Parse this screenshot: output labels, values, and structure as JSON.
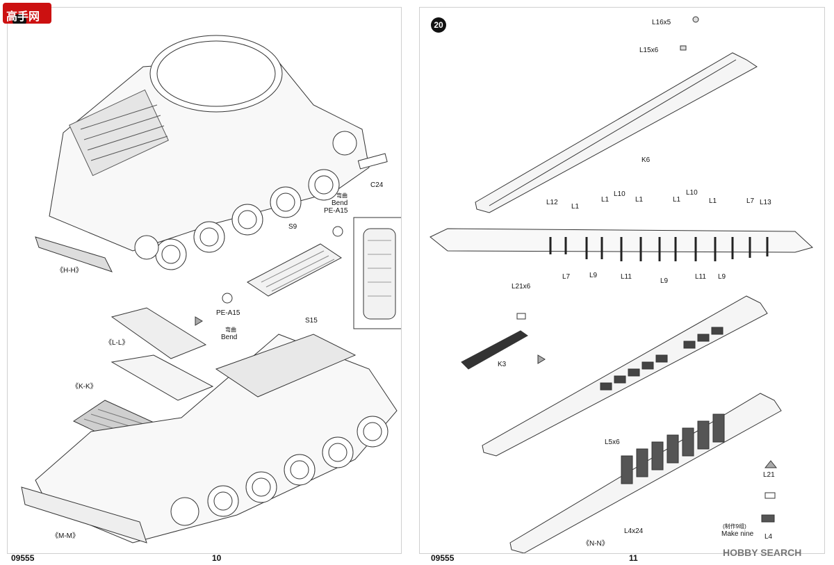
{
  "logo": {
    "text": "高手网"
  },
  "left_page": {
    "number": "10",
    "kit": "09555",
    "labels": {
      "hh": "《H-H》",
      "ll": "《L-L》",
      "kk": "《K-K》",
      "mm": "《M-M》",
      "c24": "C24",
      "s9": "S9",
      "s15": "S15",
      "pe_top": "PE-A15",
      "pe_bottom": "PE-A15",
      "bend_cn_1": "弯曲",
      "bend_en_1": "Bend",
      "bend_cn_2": "弯曲",
      "bend_en_2": "Bend"
    }
  },
  "right_page": {
    "number": "11",
    "kit": "09555",
    "step": "20",
    "labels": {
      "l16x5": "L16x5",
      "l15x6": "L15x6",
      "k6": "K6",
      "l12": "L12",
      "l1a": "L1",
      "l1b": "L1",
      "l10a": "L10",
      "l1c": "L1",
      "l1d": "L1",
      "l10b": "L10",
      "l1e": "L1",
      "l7a": "L7",
      "l13": "L13",
      "l7b": "L7",
      "l9a": "L9",
      "l11a": "L11",
      "l9b": "L9",
      "l11b": "L11",
      "l9c": "L9",
      "l21x6": "L21x6",
      "k3": "K3",
      "l5x6": "L5x6",
      "l21": "L21",
      "l4x24": "L4x24",
      "make_cn": "(制作9组)",
      "make_en": "Make nine",
      "l4": "L4",
      "nn": "《N-N》"
    }
  },
  "watermark": "HOBBY SEARCH"
}
